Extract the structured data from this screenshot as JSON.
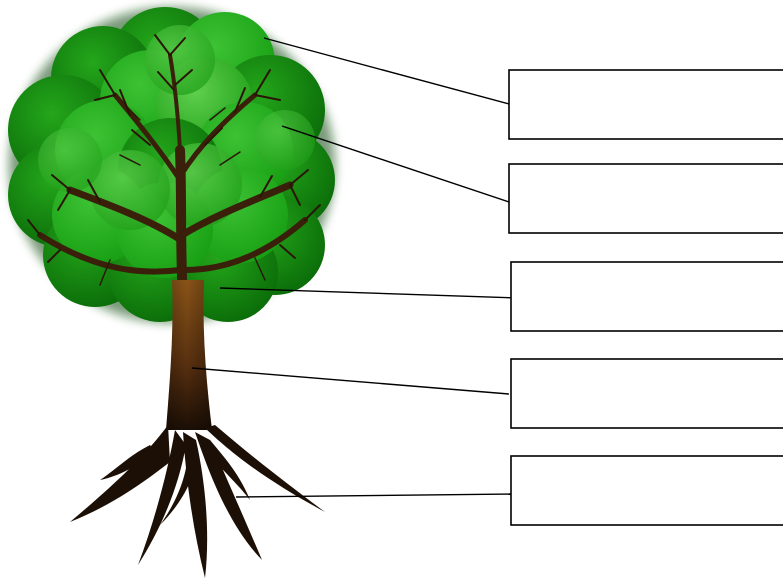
{
  "diagram": {
    "type": "labelled tree diagram",
    "label_boxes": [
      {
        "id": "label-1",
        "text": ""
      },
      {
        "id": "label-2",
        "text": ""
      },
      {
        "id": "label-3",
        "text": ""
      },
      {
        "id": "label-4",
        "text": ""
      },
      {
        "id": "label-5",
        "text": ""
      }
    ],
    "colors": {
      "leaf_dark": "#0a6b08",
      "leaf_mid": "#179e12",
      "leaf_light": "#3dc234",
      "trunk_top": "#6b3d10",
      "trunk_bottom": "#2a1405",
      "outline": "#000000"
    }
  }
}
